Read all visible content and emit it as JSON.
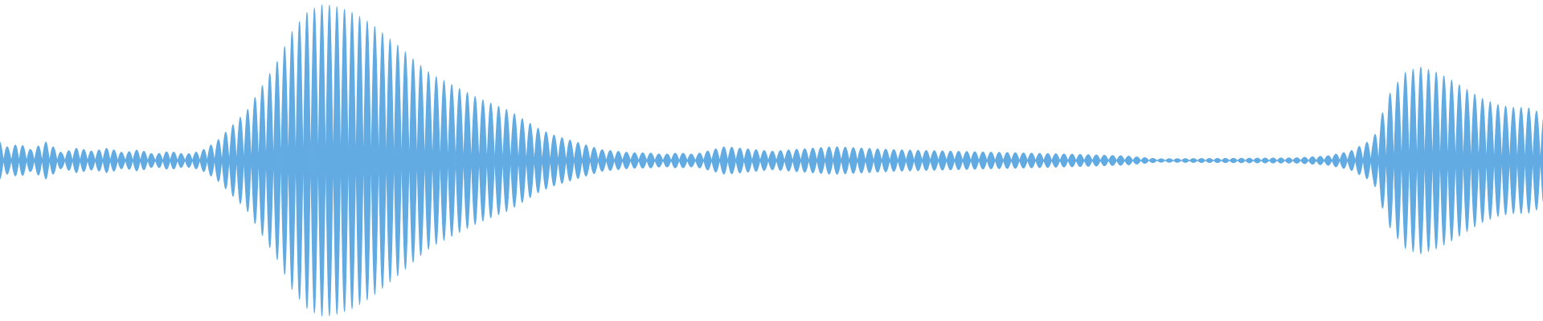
{
  "waveform": {
    "color": "#62ABE2",
    "background": "#ffffff",
    "duration_units": 1.0,
    "envelope": [
      [
        0.0,
        0.12
      ],
      [
        0.006,
        0.08
      ],
      [
        0.012,
        0.11
      ],
      [
        0.02,
        0.07
      ],
      [
        0.03,
        0.12
      ],
      [
        0.04,
        0.05
      ],
      [
        0.05,
        0.08
      ],
      [
        0.06,
        0.06
      ],
      [
        0.07,
        0.08
      ],
      [
        0.08,
        0.05
      ],
      [
        0.09,
        0.07
      ],
      [
        0.1,
        0.04
      ],
      [
        0.11,
        0.06
      ],
      [
        0.12,
        0.04
      ],
      [
        0.13,
        0.06
      ],
      [
        0.14,
        0.12
      ],
      [
        0.15,
        0.22
      ],
      [
        0.16,
        0.32
      ],
      [
        0.17,
        0.48
      ],
      [
        0.18,
        0.64
      ],
      [
        0.19,
        0.84
      ],
      [
        0.2,
        0.96
      ],
      [
        0.21,
        1.0
      ],
      [
        0.22,
        0.98
      ],
      [
        0.23,
        0.94
      ],
      [
        0.24,
        0.88
      ],
      [
        0.25,
        0.8
      ],
      [
        0.26,
        0.72
      ],
      [
        0.27,
        0.63
      ],
      [
        0.28,
        0.55
      ],
      [
        0.29,
        0.5
      ],
      [
        0.3,
        0.45
      ],
      [
        0.31,
        0.4
      ],
      [
        0.32,
        0.36
      ],
      [
        0.33,
        0.32
      ],
      [
        0.34,
        0.26
      ],
      [
        0.35,
        0.2
      ],
      [
        0.36,
        0.16
      ],
      [
        0.37,
        0.13
      ],
      [
        0.38,
        0.1
      ],
      [
        0.39,
        0.07
      ],
      [
        0.4,
        0.06
      ],
      [
        0.41,
        0.05
      ],
      [
        0.42,
        0.05
      ],
      [
        0.43,
        0.04
      ],
      [
        0.44,
        0.05
      ],
      [
        0.45,
        0.04
      ],
      [
        0.47,
        0.09
      ],
      [
        0.5,
        0.06
      ],
      [
        0.54,
        0.09
      ],
      [
        0.58,
        0.07
      ],
      [
        0.62,
        0.06
      ],
      [
        0.66,
        0.05
      ],
      [
        0.7,
        0.04
      ],
      [
        0.73,
        0.03
      ],
      [
        0.75,
        0.012
      ],
      [
        0.8,
        0.015
      ],
      [
        0.84,
        0.018
      ],
      [
        0.86,
        0.03
      ],
      [
        0.875,
        0.06
      ],
      [
        0.89,
        0.14
      ],
      [
        0.9,
        0.42
      ],
      [
        0.91,
        0.56
      ],
      [
        0.92,
        0.6
      ],
      [
        0.93,
        0.57
      ],
      [
        0.94,
        0.52
      ],
      [
        0.95,
        0.46
      ],
      [
        0.96,
        0.4
      ],
      [
        0.97,
        0.36
      ],
      [
        0.98,
        0.34
      ],
      [
        0.99,
        0.34
      ],
      [
        1.0,
        0.3
      ]
    ],
    "cycles": [
      [
        0.0,
        0.01
      ],
      [
        0.15,
        0.0095
      ],
      [
        0.4,
        0.0105
      ],
      [
        0.45,
        0.0105
      ],
      [
        0.75,
        0.0105
      ],
      [
        0.89,
        0.01
      ],
      [
        1.0,
        0.01
      ]
    ]
  }
}
